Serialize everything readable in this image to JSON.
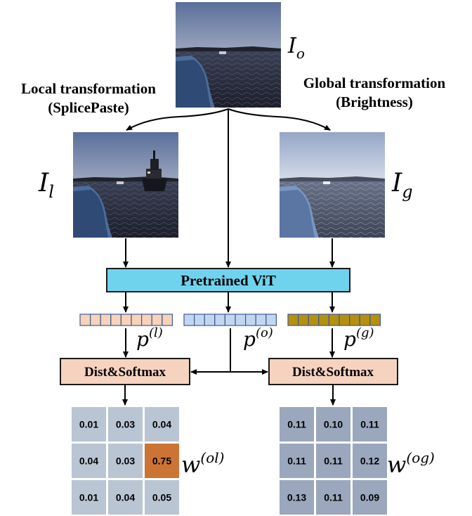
{
  "labels": {
    "local_title": "Local transformation",
    "local_sub": "(SplicePaste)",
    "global_title": "Global transformation",
    "global_sub": "(Brightness)",
    "vit": "Pretrained ViT",
    "dist_left": "Dist&Softmax",
    "dist_right": "Dist&Softmax"
  },
  "math": {
    "I_o": {
      "base": "I",
      "sub": "o"
    },
    "I_l": {
      "base": "I",
      "sub": "l"
    },
    "I_g": {
      "base": "I",
      "sub": "g"
    },
    "p_l": {
      "base": "p",
      "sup": "(l)"
    },
    "p_o": {
      "base": "p",
      "sup": "(o)"
    },
    "p_g": {
      "base": "p",
      "sup": "(g)"
    },
    "w_ol": {
      "base": "w",
      "sup": "(ol)"
    },
    "w_og": {
      "base": "w",
      "sup": "(og)"
    }
  },
  "colors": {
    "vit_fill": "#6fd3ee",
    "dist_fill": "#f6d3bf",
    "token_l": "#f8d2b9",
    "token_o": "#c2d7ef",
    "token_g": "#b58f0e",
    "token_stroke": "#3c5a94",
    "cell_ol": "#b9c5d2",
    "cell_ol_highlight": "#cc7433",
    "cell_og": "#9aa7bd"
  },
  "matrices": {
    "ol": {
      "values": [
        [
          "0.01",
          "0.03",
          "0.04"
        ],
        [
          "0.04",
          "0.03",
          "0.75"
        ],
        [
          "0.01",
          "0.04",
          "0.05"
        ]
      ],
      "highlight": [
        1,
        2
      ]
    },
    "og": {
      "values": [
        [
          "0.11",
          "0.10",
          "0.11"
        ],
        [
          "0.11",
          "0.11",
          "0.12"
        ],
        [
          "0.13",
          "0.11",
          "0.09"
        ]
      ]
    }
  }
}
